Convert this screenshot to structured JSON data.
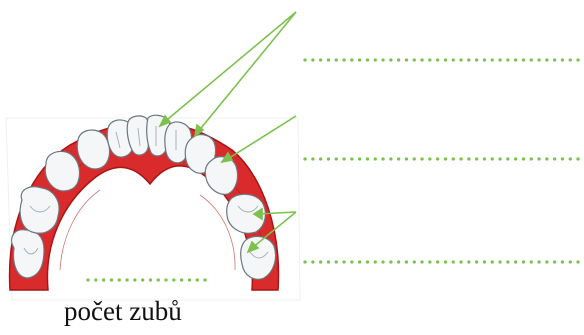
{
  "caption": "počet zubů",
  "colors": {
    "gum": "#d92b2b",
    "gum_dark": "#a81515",
    "tooth": "#f4f6f7",
    "tooth_shadow": "#8f9aa3",
    "arrow": "#7cc04e",
    "dots": "#7cc04e"
  },
  "icons": {
    "jaw": "lower-jaw-teeth-illustration",
    "arrows": "green-pointer-arrows",
    "answer_lines": "dotted-answer-lines"
  }
}
